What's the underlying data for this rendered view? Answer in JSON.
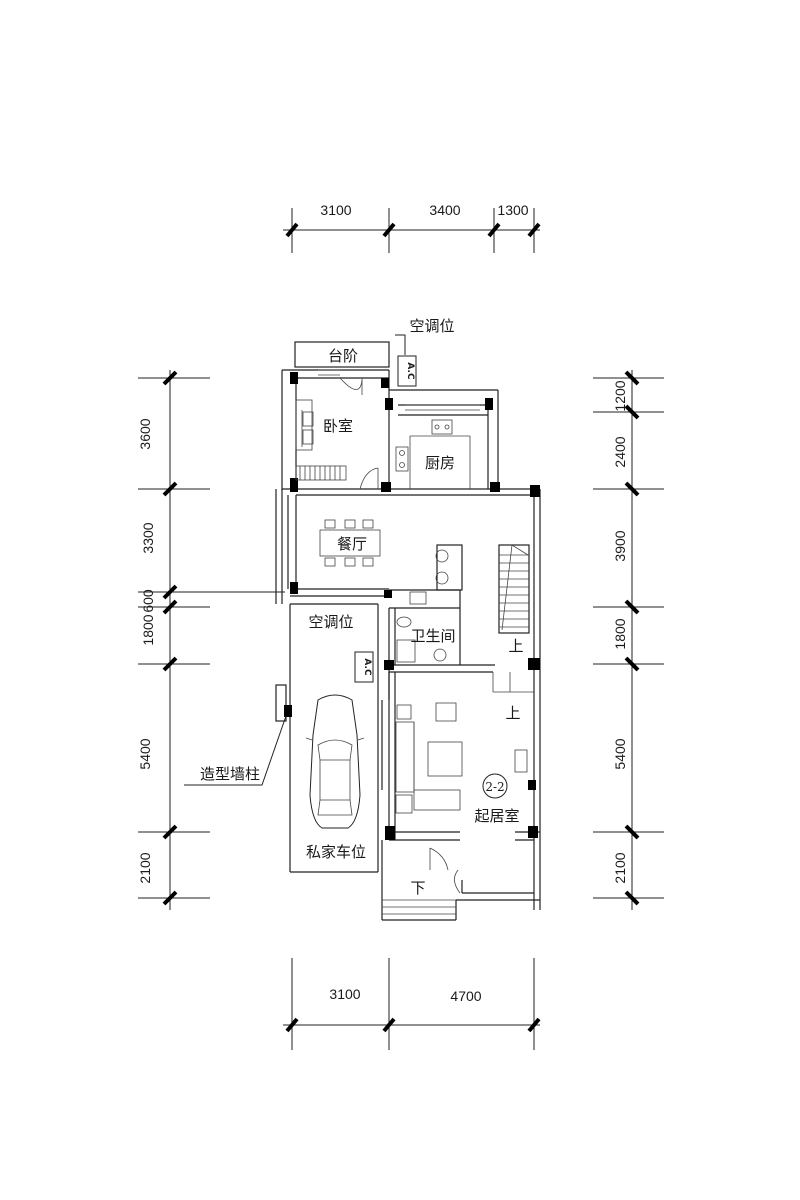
{
  "dimensions": {
    "top": [
      "3100",
      "3400",
      "1300"
    ],
    "bottom": [
      "3100",
      "4700"
    ],
    "left": [
      "3600",
      "3300",
      "1800",
      "600",
      "5400",
      "2100"
    ],
    "right": [
      "1200",
      "2400",
      "3900",
      "1800",
      "5400",
      "2100"
    ]
  },
  "rooms": {
    "steps": "台阶",
    "ac_top": "空调位",
    "bedroom": "卧室",
    "kitchen": "厨房",
    "dining": "餐厅",
    "ac_mid": "空调位",
    "bathroom": "卫生间",
    "up1": "上",
    "up2": "上",
    "living": "起居室",
    "parking": "私家车位",
    "feature_column": "造型墙柱",
    "down": "下",
    "section_mark": "2-2",
    "ac_unit": "A.C"
  },
  "colors": {
    "line": "#222222",
    "background": "#ffffff"
  }
}
